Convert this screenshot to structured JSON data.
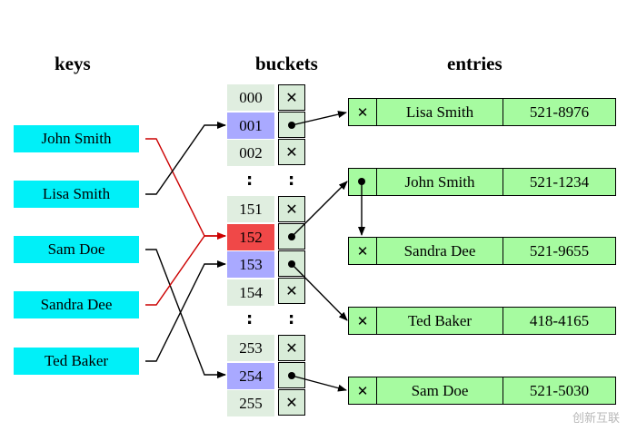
{
  "headings": {
    "keys": "keys",
    "buckets": "buckets",
    "entries": "entries"
  },
  "keys": [
    "John Smith",
    "Lisa Smith",
    "Sam Doe",
    "Sandra Dee",
    "Ted Baker"
  ],
  "buckets": {
    "group1": [
      "000",
      "001",
      "002"
    ],
    "group2": [
      "151",
      "152",
      "153",
      "154"
    ],
    "group3": [
      "253",
      "254",
      "255"
    ],
    "ellipsis": ":",
    "empty_symbol": "✕"
  },
  "entries": [
    {
      "name": "Lisa Smith",
      "phone": "521-8976"
    },
    {
      "name": "John Smith",
      "phone": "521-1234"
    },
    {
      "name": "Sandra Dee",
      "phone": "521-9655"
    },
    {
      "name": "Ted Baker",
      "phone": "418-4165"
    },
    {
      "name": "Sam Doe",
      "phone": "521-5030"
    }
  ],
  "colors": {
    "key_fill": "#00f0f8",
    "bucket_fill": "#e0eee0",
    "bucket_selected": "#a9a9ff",
    "bucket_collision": "#f04848",
    "entry_fill": "#a6fba0",
    "collision_arrow": "#cc0000"
  },
  "watermark": "创新互联"
}
